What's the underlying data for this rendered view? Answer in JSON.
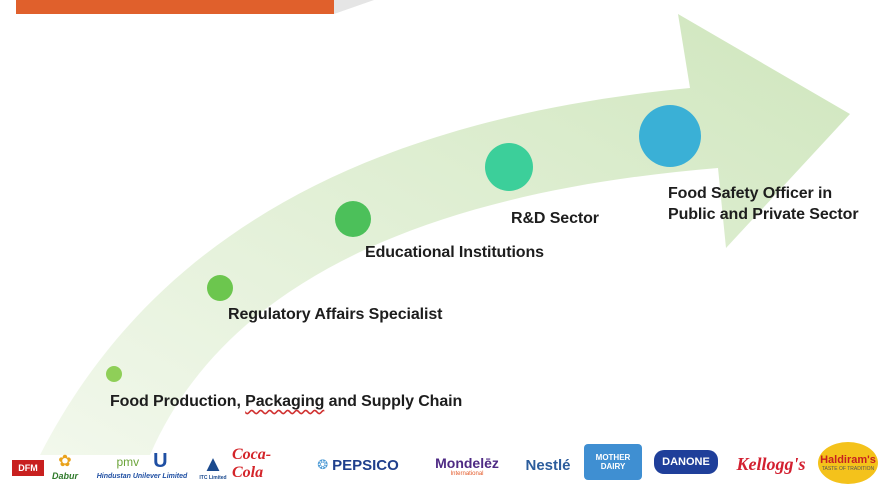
{
  "stages": [
    {
      "label": "Food Production, Packaging and Supply Chain",
      "color": "#8fcf58"
    },
    {
      "label": "Regulatory Affairs Specialist",
      "color": "#6cc64e"
    },
    {
      "label": "Educational Institutions",
      "color": "#4cc05a"
    },
    {
      "label": "R&D Sector",
      "color": "#3ccf9a"
    },
    {
      "label": "Food Safety Officer in\nPublic and Private Sector",
      "color": "#3ab0d6"
    }
  ],
  "colors": {
    "header": "#e0602c",
    "arrow": "#dbeccf"
  },
  "logos": [
    {
      "name": "dfm-logo",
      "text": "DFM"
    },
    {
      "name": "dabur-logo",
      "text": "Dabur"
    },
    {
      "name": "hindustan-unilever-logo",
      "text": "Hindustan Unilever Limited"
    },
    {
      "name": "itc-logo",
      "text": "ITC Limited"
    },
    {
      "name": "coca-cola-logo",
      "text": "Coca-Cola"
    },
    {
      "name": "pepsico-logo",
      "text": "PEPSICO"
    },
    {
      "name": "mondelez-logo",
      "text": "Mondelēz",
      "sub": "International"
    },
    {
      "name": "nestle-logo",
      "text": "Nestlé"
    },
    {
      "name": "mother-dairy-logo",
      "text": "MOTHER DAIRY"
    },
    {
      "name": "danone-logo",
      "text": "DANONE"
    },
    {
      "name": "kelloggs-logo",
      "text": "Kellogg's"
    },
    {
      "name": "haldirams-logo",
      "text": "Haldiram's",
      "sub": "TASTE OF TRADITION"
    }
  ]
}
